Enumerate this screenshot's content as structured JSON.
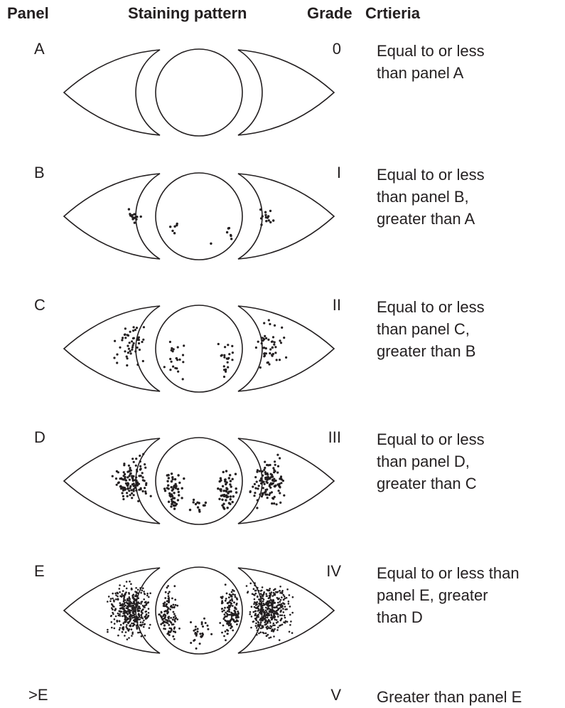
{
  "headers": {
    "panel": "Panel",
    "pattern": "Staining pattern",
    "grade": "Grade",
    "criteria": "Crtieria"
  },
  "rows": [
    {
      "panel": "A",
      "grade": "0",
      "criteria": [
        "Equal to or less",
        "than panel A"
      ],
      "density": 0
    },
    {
      "panel": "B",
      "grade": "I",
      "criteria": [
        "Equal to or less",
        "than panel B,",
        "greater than A"
      ],
      "density": 1
    },
    {
      "panel": "C",
      "grade": "II",
      "criteria": [
        "Equal to or less",
        "than panel C,",
        "greater than B"
      ],
      "density": 2
    },
    {
      "panel": "D",
      "grade": "III",
      "criteria": [
        "Equal to or less",
        "than panel D,",
        "greater than C"
      ],
      "density": 3
    },
    {
      "panel": "E",
      "grade": "IV",
      "criteria": [
        "Equal to or less than",
        "panel E, greater",
        "than D"
      ],
      "density": 4
    },
    {
      "panel": ">E",
      "grade": "V",
      "criteria": [
        "Greater than panel E"
      ],
      "density": 5
    }
  ],
  "colors": {
    "ink": "#231f20",
    "background": "#ffffff"
  }
}
